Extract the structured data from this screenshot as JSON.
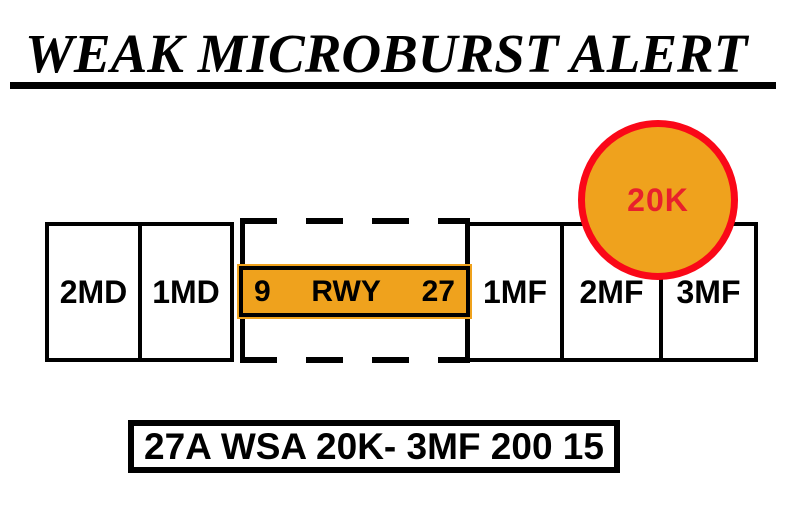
{
  "title": "WEAK MICROBURST ALERT",
  "sensors": {
    "left": [
      {
        "id": "2MD"
      },
      {
        "id": "1MD"
      }
    ],
    "right": [
      {
        "id": "1MF"
      },
      {
        "id": "2MF"
      },
      {
        "id": "3MF"
      }
    ]
  },
  "runway": {
    "left_number": "9",
    "label": "RWY",
    "right_number": "27"
  },
  "microburst_circle": {
    "value": "20K"
  },
  "alert_message": "27A WSA 20K- 3MF 200 15",
  "colors": {
    "alert_orange": "#efa21d",
    "alert_red_border": "#fa0818",
    "alert_red_text": "#e8202c",
    "line_black": "#000000"
  }
}
